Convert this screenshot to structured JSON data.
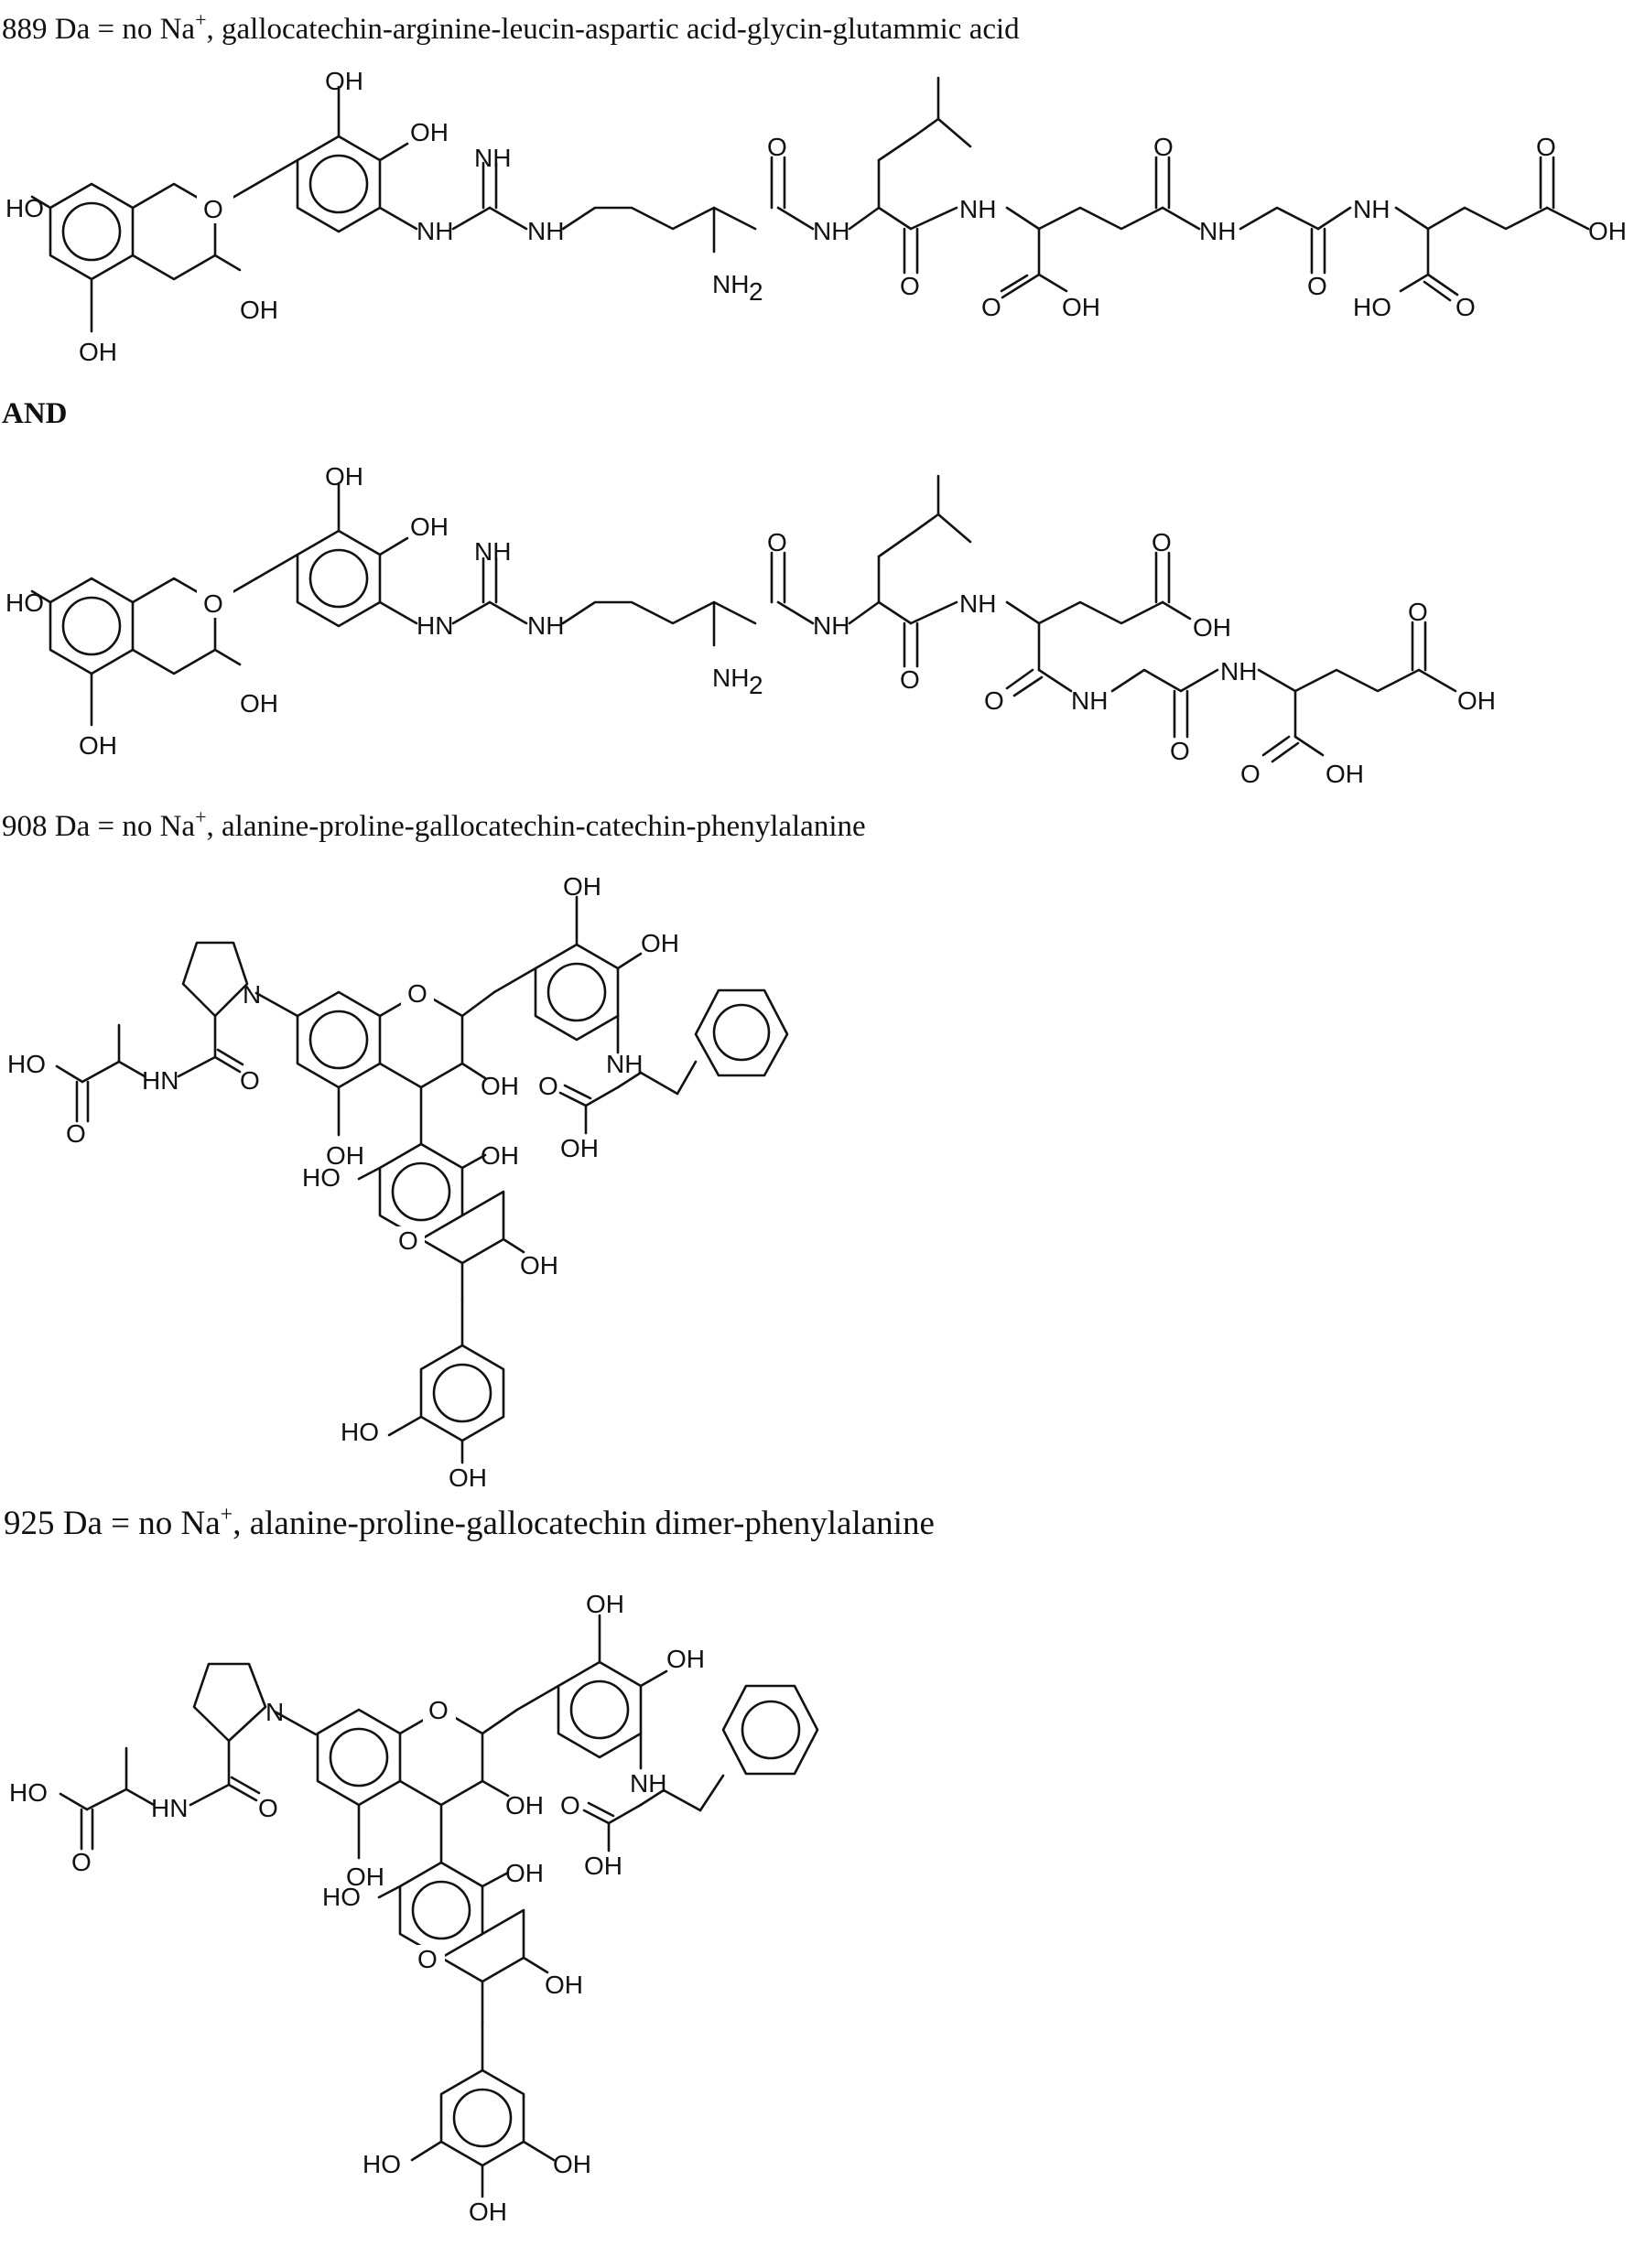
{
  "headings": {
    "s1": {
      "mass": "889 Da = no Na",
      "sup": "+",
      "rest": ", gallocatechin-arginine-leucin-aspartic acid-glycin-glutammic acid"
    },
    "and": "AND",
    "s3": {
      "mass": "908 Da = no Na",
      "sup": "+",
      "rest": ", alanine-proline-gallocatechin-catechin-phenylalanine"
    },
    "s4": {
      "mass": "925 Da = no Na",
      "sup": "+",
      "rest": ", alanine-proline-gallocatechin dimer-phenylalanine"
    }
  },
  "atoms": {
    "OH": "OH",
    "HO": "HO",
    "O": "O",
    "N": "N",
    "NH": "NH",
    "HN": "HN",
    "NH2": "NH",
    "sub2": "2"
  },
  "structures": [
    {
      "name": "gallocatechin-arg-leu-asp-gly-glu-structure"
    },
    {
      "name": "gallocatechin-arg-leu-glu-gly-glu-structure"
    },
    {
      "name": "ala-pro-gallocatechin-catechin-phe-structure"
    },
    {
      "name": "ala-pro-gallocatechin-dimer-phe-structure"
    }
  ]
}
